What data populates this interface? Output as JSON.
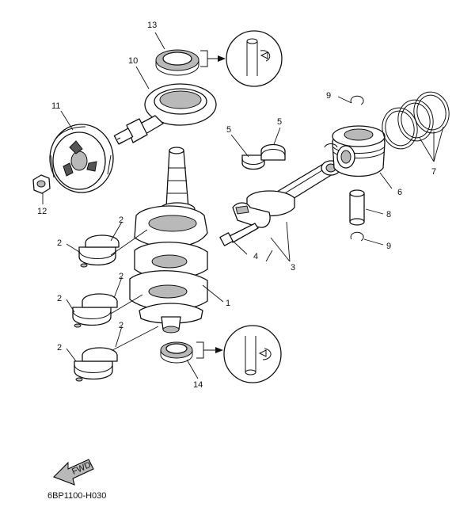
{
  "diagram": {
    "code": "6BP1100-H030",
    "fwd_label": "FWD",
    "callouts": {
      "c1": "1",
      "c2a": "2",
      "c2b": "2",
      "c2c": "2",
      "c2d": "2",
      "c2e": "2",
      "c2f": "2",
      "c3": "3",
      "c4": "4",
      "c5a": "5",
      "c5b": "5",
      "c6": "6",
      "c7": "7",
      "c8": "8",
      "c9a": "9",
      "c9b": "9",
      "c10": "10",
      "c11": "11",
      "c12": "12",
      "c13": "13",
      "c14": "14"
    },
    "colors": {
      "line": "#111111",
      "shade": "#b9b9b9",
      "background": "#ffffff"
    }
  }
}
